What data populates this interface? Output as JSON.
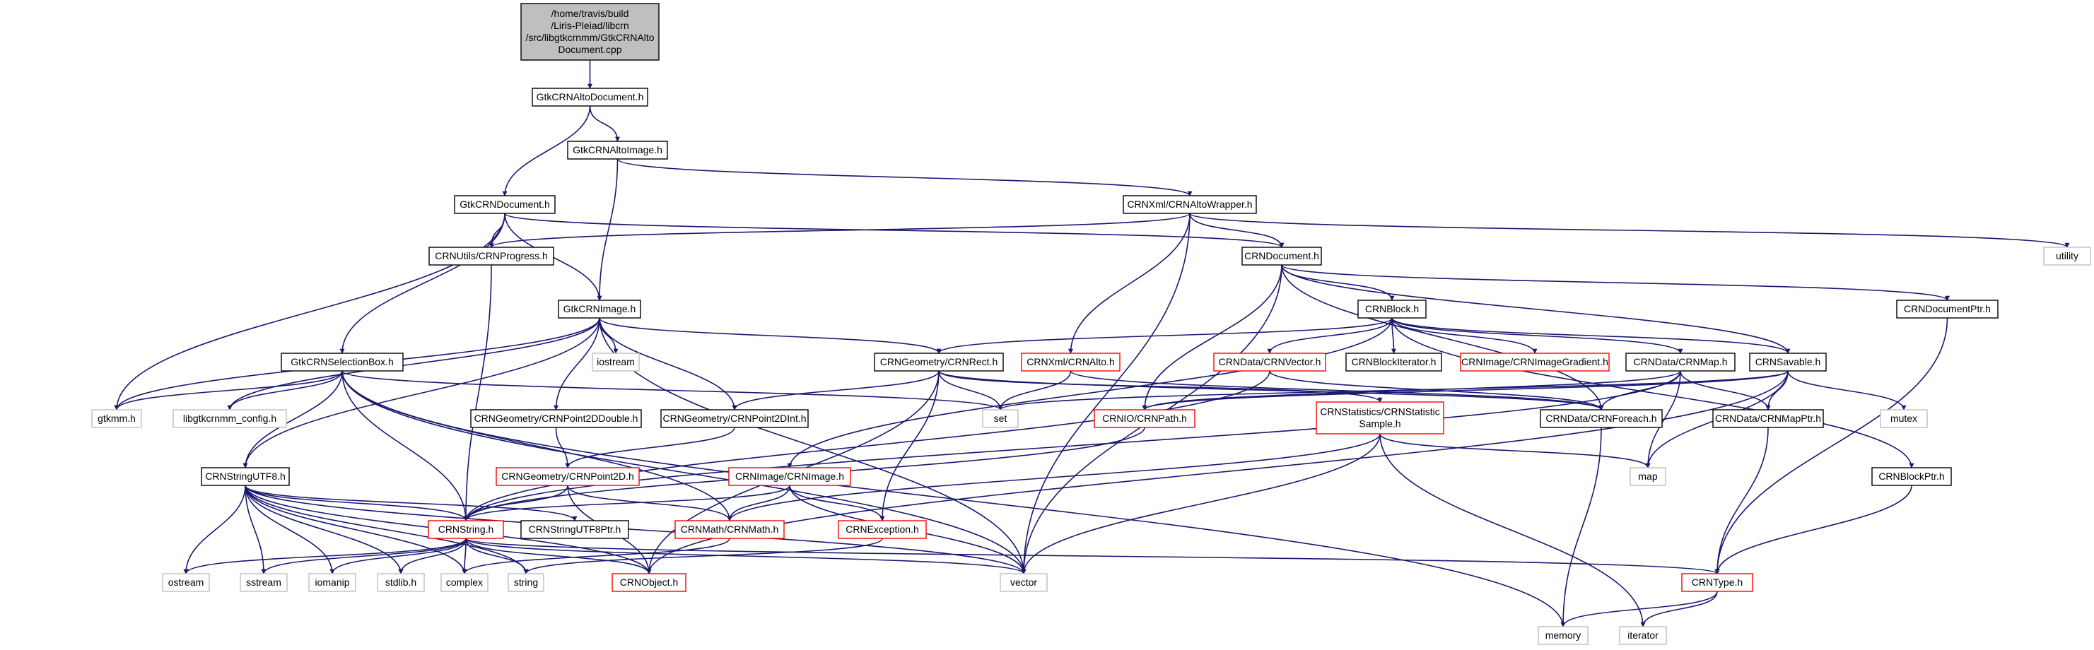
{
  "diagram": {
    "colors": {
      "edge": "#191970",
      "node_border": "#000000",
      "node_border_red": "#ff0000",
      "node_border_gray": "#bfbfbf",
      "root_fill": "#bfbfbf",
      "node_fill": "#ffffff"
    },
    "nodes": [
      {
        "id": "root",
        "style": "root",
        "lines": [
          "/home/travis/build",
          "/Liris-Pleiad/libcrn",
          "/src/libgtkcrnmm/GtkCRNAlto",
          "Document.cpp"
        ]
      },
      {
        "id": "gtkaltodoc",
        "style": "black",
        "lines": [
          "GtkCRNAltoDocument.h"
        ]
      },
      {
        "id": "gtkaltoimg",
        "style": "black",
        "lines": [
          "GtkCRNAltoImage.h"
        ]
      },
      {
        "id": "gtkdoc",
        "style": "black",
        "lines": [
          "GtkCRNDocument.h"
        ]
      },
      {
        "id": "altowrapper",
        "style": "black",
        "lines": [
          "CRNXml/CRNAltoWrapper.h"
        ]
      },
      {
        "id": "progress",
        "style": "black",
        "lines": [
          "CRNUtils/CRNProgress.h"
        ]
      },
      {
        "id": "crndoc",
        "style": "black",
        "lines": [
          "CRNDocument.h"
        ]
      },
      {
        "id": "utility",
        "style": "gray",
        "lines": [
          "utility"
        ]
      },
      {
        "id": "gtkimage",
        "style": "black",
        "lines": [
          "GtkCRNImage.h"
        ]
      },
      {
        "id": "crnblock",
        "style": "black",
        "lines": [
          "CRNBlock.h"
        ]
      },
      {
        "id": "docptr",
        "style": "black",
        "lines": [
          "CRNDocumentPtr.h"
        ]
      },
      {
        "id": "selbox",
        "style": "black",
        "lines": [
          "GtkCRNSelectionBox.h"
        ]
      },
      {
        "id": "iostream",
        "style": "gray",
        "lines": [
          "iostream"
        ]
      },
      {
        "id": "rect",
        "style": "black",
        "lines": [
          "CRNGeometry/CRNRect.h"
        ]
      },
      {
        "id": "alto",
        "style": "red",
        "lines": [
          "CRNXml/CRNAlto.h"
        ]
      },
      {
        "id": "vectorh",
        "style": "red",
        "lines": [
          "CRNData/CRNVector.h"
        ]
      },
      {
        "id": "blockiter",
        "style": "black",
        "lines": [
          "CRNBlockIterator.h"
        ]
      },
      {
        "id": "imggrad",
        "style": "red",
        "lines": [
          "CRNImage/CRNImageGradient.h"
        ]
      },
      {
        "id": "crnmap",
        "style": "black",
        "lines": [
          "CRNData/CRNMap.h"
        ]
      },
      {
        "id": "savable",
        "style": "black",
        "lines": [
          "CRNSavable.h"
        ]
      },
      {
        "id": "gtkmm",
        "style": "gray",
        "lines": [
          "gtkmm.h"
        ]
      },
      {
        "id": "gtkconfig",
        "style": "gray",
        "lines": [
          "libgtkcrnmm_config.h"
        ]
      },
      {
        "id": "p2ddouble",
        "style": "black",
        "lines": [
          "CRNGeometry/CRNPoint2DDouble.h"
        ]
      },
      {
        "id": "p2dint",
        "style": "black",
        "lines": [
          "CRNGeometry/CRNPoint2DInt.h"
        ]
      },
      {
        "id": "set",
        "style": "gray",
        "lines": [
          "set"
        ]
      },
      {
        "id": "path",
        "style": "red",
        "lines": [
          "CRNIO/CRNPath.h"
        ]
      },
      {
        "id": "stats",
        "style": "red",
        "lines": [
          "CRNStatistics/CRNStatistic",
          "Sample.h"
        ]
      },
      {
        "id": "foreach",
        "style": "black",
        "lines": [
          "CRNData/CRNForeach.h"
        ]
      },
      {
        "id": "mapptr",
        "style": "black",
        "lines": [
          "CRNData/CRNMapPtr.h"
        ]
      },
      {
        "id": "mutex",
        "style": "gray",
        "lines": [
          "mutex"
        ]
      },
      {
        "id": "strutf8",
        "style": "black",
        "lines": [
          "CRNStringUTF8.h"
        ]
      },
      {
        "id": "point2d",
        "style": "red",
        "lines": [
          "CRNGeometry/CRNPoint2D.h"
        ]
      },
      {
        "id": "crnimage",
        "style": "red",
        "lines": [
          "CRNImage/CRNImage.h"
        ]
      },
      {
        "id": "map",
        "style": "gray",
        "lines": [
          "map"
        ]
      },
      {
        "id": "blockptr",
        "style": "black",
        "lines": [
          "CRNBlockPtr.h"
        ]
      },
      {
        "id": "crnstring",
        "style": "red",
        "lines": [
          "CRNString.h"
        ]
      },
      {
        "id": "strutf8ptr",
        "style": "black",
        "lines": [
          "CRNStringUTF8Ptr.h"
        ]
      },
      {
        "id": "mathh",
        "style": "red",
        "lines": [
          "CRNMath/CRNMath.h"
        ]
      },
      {
        "id": "exception",
        "style": "red",
        "lines": [
          "CRNException.h"
        ]
      },
      {
        "id": "ostream",
        "style": "gray",
        "lines": [
          "ostream"
        ]
      },
      {
        "id": "sstream",
        "style": "gray",
        "lines": [
          "sstream"
        ]
      },
      {
        "id": "iomanip",
        "style": "gray",
        "lines": [
          "iomanip"
        ]
      },
      {
        "id": "stdlib",
        "style": "gray",
        "lines": [
          "stdlib.h"
        ]
      },
      {
        "id": "complex",
        "style": "gray",
        "lines": [
          "complex"
        ]
      },
      {
        "id": "string",
        "style": "gray",
        "lines": [
          "string"
        ]
      },
      {
        "id": "crnobject",
        "style": "red",
        "lines": [
          "CRNObject.h"
        ]
      },
      {
        "id": "vector",
        "style": "gray",
        "lines": [
          "vector"
        ]
      },
      {
        "id": "crntype",
        "style": "red",
        "lines": [
          "CRNType.h"
        ]
      },
      {
        "id": "memory",
        "style": "gray",
        "lines": [
          "memory"
        ]
      },
      {
        "id": "iterator",
        "style": "gray",
        "lines": [
          "iterator"
        ]
      }
    ],
    "edges": [
      [
        "root",
        "gtkaltodoc"
      ],
      [
        "gtkaltodoc",
        "gtkdoc"
      ],
      [
        "gtkaltodoc",
        "gtkaltoimg"
      ],
      [
        "gtkaltoimg",
        "gtkimage"
      ],
      [
        "gtkaltoimg",
        "altowrapper"
      ],
      [
        "gtkdoc",
        "progress"
      ],
      [
        "gtkdoc",
        "gtkimage"
      ],
      [
        "gtkdoc",
        "selbox"
      ],
      [
        "gtkdoc",
        "gtkmm"
      ],
      [
        "gtkdoc",
        "crndoc"
      ],
      [
        "altowrapper",
        "progress"
      ],
      [
        "altowrapper",
        "crndoc"
      ],
      [
        "altowrapper",
        "alto"
      ],
      [
        "altowrapper",
        "utility"
      ],
      [
        "altowrapper",
        "vector"
      ],
      [
        "progress",
        "crnstring"
      ],
      [
        "crndoc",
        "crnblock"
      ],
      [
        "crndoc",
        "docptr"
      ],
      [
        "crndoc",
        "path"
      ],
      [
        "crndoc",
        "vector"
      ],
      [
        "crndoc",
        "savable"
      ],
      [
        "crndoc",
        "foreach"
      ],
      [
        "gtkimage",
        "gtkmm"
      ],
      [
        "gtkimage",
        "gtkconfig"
      ],
      [
        "gtkimage",
        "iostream"
      ],
      [
        "gtkimage",
        "p2ddouble"
      ],
      [
        "gtkimage",
        "p2dint"
      ],
      [
        "gtkimage",
        "rect"
      ],
      [
        "gtkimage",
        "strutf8"
      ],
      [
        "gtkimage",
        "vector"
      ],
      [
        "crnblock",
        "rect"
      ],
      [
        "crnblock",
        "vectorh"
      ],
      [
        "crnblock",
        "blockiter"
      ],
      [
        "crnblock",
        "imggrad"
      ],
      [
        "crnblock",
        "crnmap"
      ],
      [
        "crnblock",
        "savable"
      ],
      [
        "crnblock",
        "blockptr"
      ],
      [
        "crnblock",
        "crnimage"
      ],
      [
        "docptr",
        "crntype"
      ],
      [
        "selbox",
        "gtkmm"
      ],
      [
        "selbox",
        "gtkconfig"
      ],
      [
        "selbox",
        "strutf8"
      ],
      [
        "selbox",
        "crnstring"
      ],
      [
        "selbox",
        "set"
      ],
      [
        "selbox",
        "mathh"
      ],
      [
        "selbox",
        "vector"
      ],
      [
        "selbox",
        "memory"
      ],
      [
        "rect",
        "set"
      ],
      [
        "rect",
        "p2dint"
      ],
      [
        "rect",
        "exception"
      ],
      [
        "rect",
        "crnobject"
      ],
      [
        "rect",
        "stats"
      ],
      [
        "rect",
        "foreach"
      ],
      [
        "alto",
        "set"
      ],
      [
        "alto",
        "foreach"
      ],
      [
        "vectorh",
        "crnstring"
      ],
      [
        "vectorh",
        "foreach"
      ],
      [
        "crnmap",
        "path"
      ],
      [
        "crnmap",
        "foreach"
      ],
      [
        "crnmap",
        "mapptr"
      ],
      [
        "crnmap",
        "map"
      ],
      [
        "crnmap",
        "crnstring"
      ],
      [
        "savable",
        "path"
      ],
      [
        "savable",
        "mapptr"
      ],
      [
        "savable",
        "mutex"
      ],
      [
        "savable",
        "map"
      ],
      [
        "savable",
        "crnobject"
      ],
      [
        "savable",
        "set"
      ],
      [
        "p2ddouble",
        "point2d"
      ],
      [
        "p2dint",
        "point2d"
      ],
      [
        "path",
        "crnstring"
      ],
      [
        "stats",
        "vector"
      ],
      [
        "stats",
        "map"
      ],
      [
        "stats",
        "iterator"
      ],
      [
        "stats",
        "mathh"
      ],
      [
        "foreach",
        "memory"
      ],
      [
        "mapptr",
        "crntype"
      ],
      [
        "strutf8",
        "crnstring"
      ],
      [
        "strutf8",
        "strutf8ptr"
      ],
      [
        "strutf8",
        "ostream"
      ],
      [
        "strutf8",
        "sstream"
      ],
      [
        "strutf8",
        "iomanip"
      ],
      [
        "strutf8",
        "stdlib"
      ],
      [
        "strutf8",
        "complex"
      ],
      [
        "strutf8",
        "string"
      ],
      [
        "strutf8",
        "crnobject"
      ],
      [
        "strutf8",
        "vector"
      ],
      [
        "point2d",
        "crnstring"
      ],
      [
        "point2d",
        "mathh"
      ],
      [
        "point2d",
        "crnobject"
      ],
      [
        "crnimage",
        "crnstring"
      ],
      [
        "crnimage",
        "mathh"
      ],
      [
        "crnimage",
        "exception"
      ],
      [
        "crnimage",
        "vector"
      ],
      [
        "blockptr",
        "crntype"
      ],
      [
        "crnstring",
        "ostream"
      ],
      [
        "crnstring",
        "sstream"
      ],
      [
        "crnstring",
        "iomanip"
      ],
      [
        "crnstring",
        "stdlib"
      ],
      [
        "crnstring",
        "complex"
      ],
      [
        "crnstring",
        "string"
      ],
      [
        "crnstring",
        "crnobject"
      ],
      [
        "crnstring",
        "vector"
      ],
      [
        "crnstring",
        "crntype"
      ],
      [
        "mathh",
        "complex"
      ],
      [
        "exception",
        "string"
      ],
      [
        "crntype",
        "memory"
      ],
      [
        "crntype",
        "iterator"
      ]
    ]
  }
}
